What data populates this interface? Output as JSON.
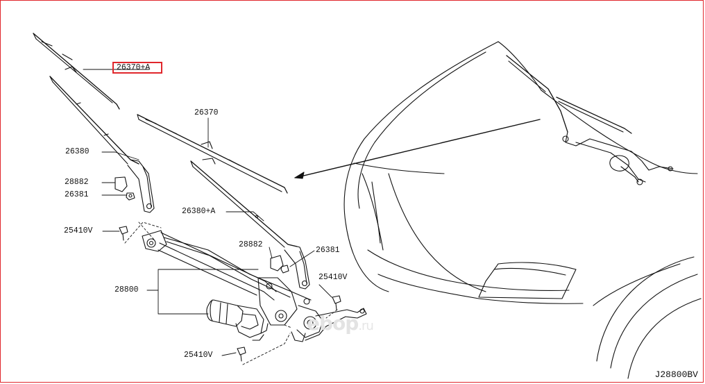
{
  "diagram": {
    "highlighted_part": "26370+A",
    "parts": {
      "blade_a": "26370+A",
      "blade": "26370",
      "arm": "26380",
      "arm_a": "26380+A",
      "cap_left": "28882",
      "cap_right": "28882",
      "nut_left": "26381",
      "nut_right": "26381",
      "bolt_top": "25410V",
      "bolt_mid": "25410V",
      "bolt_bottom": "25410V",
      "motor_assembly": "28800"
    },
    "diagram_code": "J28800BV",
    "watermark": "ebop",
    "watermark_suffix": ".ru",
    "frame_color": "#e0262b"
  }
}
